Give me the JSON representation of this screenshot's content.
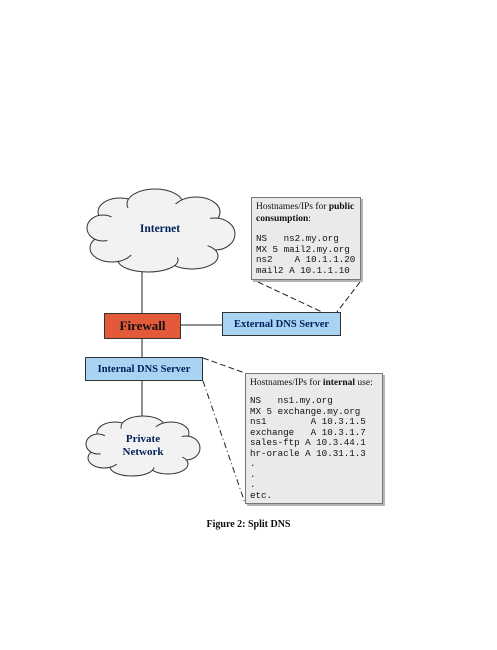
{
  "nodes": {
    "internet": "Internet",
    "private_network": [
      "Private",
      "Network"
    ],
    "firewall": "Firewall",
    "external_dns": "External DNS Server",
    "internal_dns": "Internal DNS Server"
  },
  "public_callout": {
    "heading_prefix": "Hostnames/IPs for ",
    "heading_bold": "public consumption",
    "heading_suffix": ":",
    "records": [
      "NS   ns2.my.org",
      "MX 5 mail2.my.org",
      "ns2    A 10.1.1.20",
      "mail2 A 10.1.1.10"
    ]
  },
  "internal_callout": {
    "heading_prefix": "Hostnames/IPs for ",
    "heading_bold": "internal",
    "heading_suffix": " use:",
    "records": [
      "NS   ns1.my.org",
      "MX 5 exchange.my.org",
      "ns1        A 10.3.1.5",
      "exchange   A 10.3.1.7",
      "sales-ftp A 10.3.44.1",
      "hr-oracle A 10.31.1.3",
      ".",
      ".",
      ".",
      "etc."
    ]
  },
  "caption": "Figure 2: Split DNS",
  "colors": {
    "firewall": "#e4593a",
    "dns_server": "#a9d3f2",
    "callout_bg": "#eaeaea",
    "label_text": "#00205a"
  }
}
